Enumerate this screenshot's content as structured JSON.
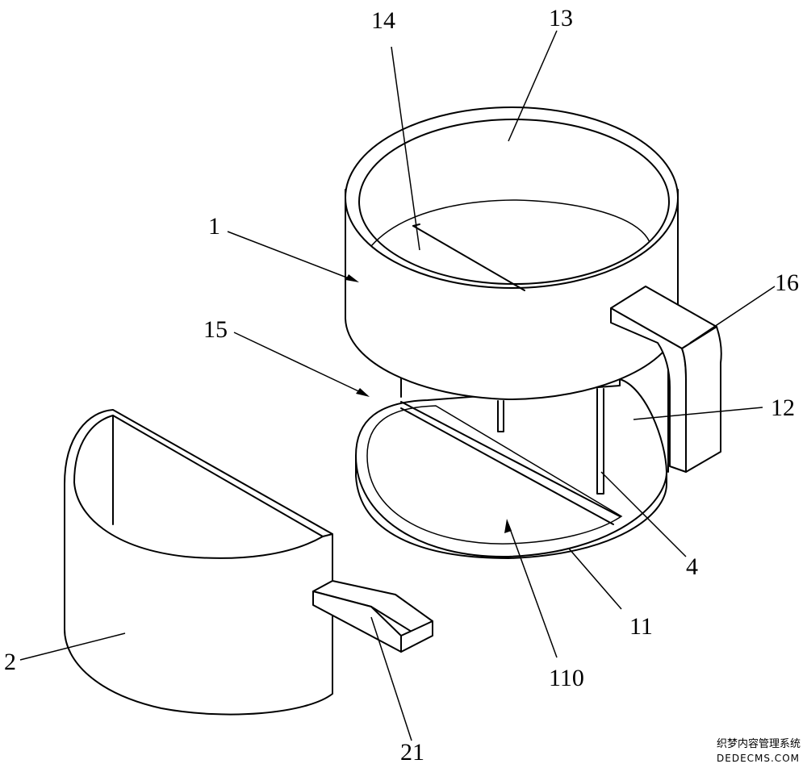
{
  "labels": {
    "l1": "1",
    "l2": "2",
    "l4": "4",
    "l11": "11",
    "l12": "12",
    "l13": "13",
    "l14": "14",
    "l15": "15",
    "l16": "16",
    "l21": "21",
    "l110": "110"
  },
  "watermark": {
    "line1": "织梦内容管理系统",
    "line2": "DEDECMS.COM"
  }
}
